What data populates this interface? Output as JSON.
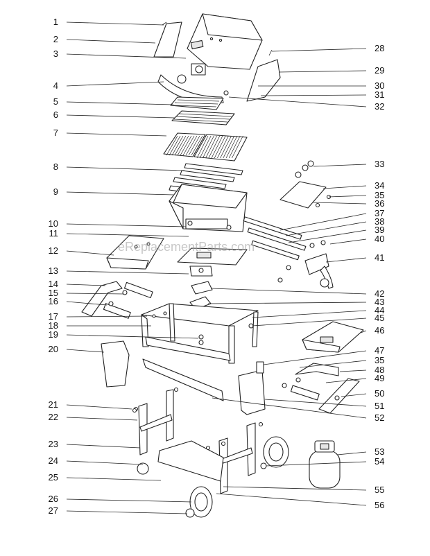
{
  "watermark": "eReplacementParts.com",
  "callouts_left": [
    {
      "num": "1"
    },
    {
      "num": "2"
    },
    {
      "num": "3"
    },
    {
      "num": "4"
    },
    {
      "num": "5"
    },
    {
      "num": "6"
    },
    {
      "num": "7"
    },
    {
      "num": "8"
    },
    {
      "num": "9"
    },
    {
      "num": "10"
    },
    {
      "num": "11"
    },
    {
      "num": "12"
    },
    {
      "num": "13"
    },
    {
      "num": "14"
    },
    {
      "num": "15"
    },
    {
      "num": "16"
    },
    {
      "num": "17"
    },
    {
      "num": "18"
    },
    {
      "num": "19"
    },
    {
      "num": "20"
    },
    {
      "num": "21"
    },
    {
      "num": "22"
    },
    {
      "num": "23"
    },
    {
      "num": "24"
    },
    {
      "num": "25"
    },
    {
      "num": "26"
    },
    {
      "num": "27"
    }
  ],
  "callouts_right": [
    {
      "num": "28"
    },
    {
      "num": "29"
    },
    {
      "num": "30"
    },
    {
      "num": "31"
    },
    {
      "num": "32"
    },
    {
      "num": "33"
    },
    {
      "num": "34"
    },
    {
      "num": "35"
    },
    {
      "num": "36"
    },
    {
      "num": "37"
    },
    {
      "num": "38"
    },
    {
      "num": "39"
    },
    {
      "num": "40"
    },
    {
      "num": "41"
    },
    {
      "num": "42"
    },
    {
      "num": "43"
    },
    {
      "num": "44"
    },
    {
      "num": "45"
    },
    {
      "num": "46"
    },
    {
      "num": "47"
    },
    {
      "num": "35"
    },
    {
      "num": "48"
    },
    {
      "num": "49"
    },
    {
      "num": "50"
    },
    {
      "num": "51"
    },
    {
      "num": "52"
    },
    {
      "num": "53"
    },
    {
      "num": "54"
    },
    {
      "num": "55"
    },
    {
      "num": "56"
    }
  ]
}
